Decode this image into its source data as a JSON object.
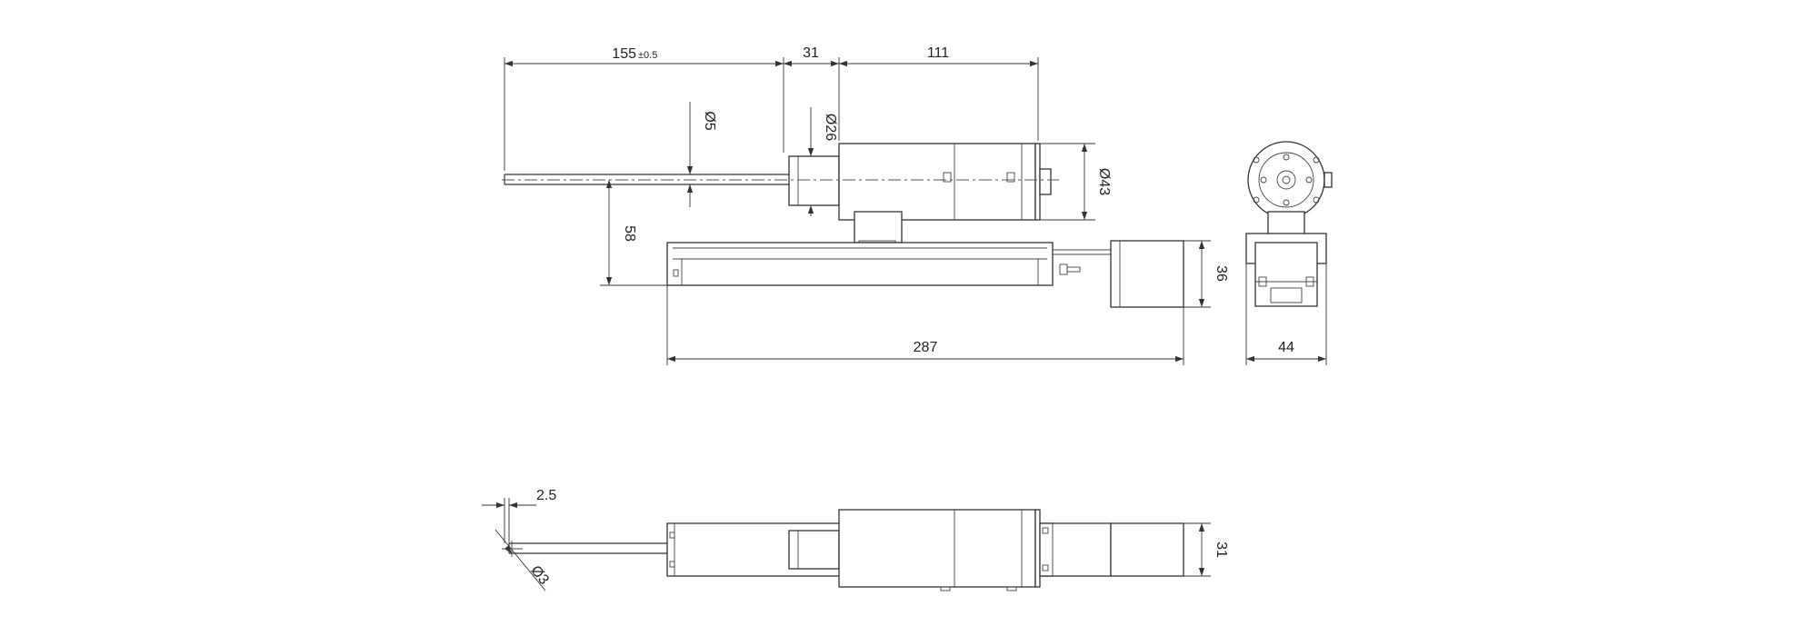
{
  "dimensions": {
    "stroke_length": "155",
    "stroke_tolerance": "±0.5",
    "collar_length": "31",
    "motor_length": "111",
    "rod_diameter": "Ø5",
    "collar_diameter": "Ø26",
    "motor_diameter": "Ø43",
    "axis_height": "58",
    "gearbox_height": "36",
    "overall_length": "287",
    "end_width": "44",
    "tip_offset": "2.5",
    "tip_diameter": "Ø3",
    "gearbox_width": "31"
  },
  "colors": {
    "line": "#333333",
    "background": "#ffffff"
  }
}
